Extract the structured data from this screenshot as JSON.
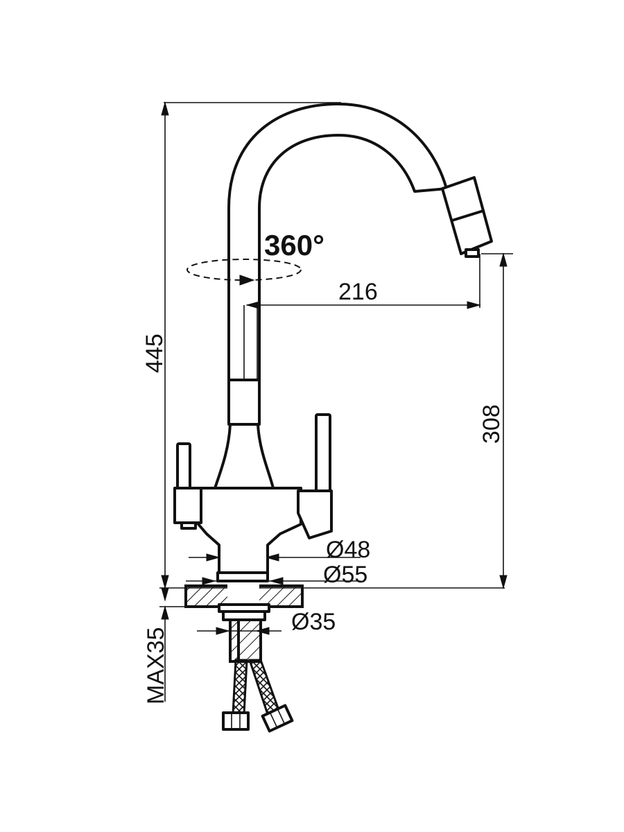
{
  "drawing": {
    "rotation_label": "360°",
    "total_height": "445",
    "reach": "216",
    "spout_height": "308",
    "base_diameter_48": "Ø48",
    "base_diameter_55": "Ø55",
    "shank_diameter": "Ø35",
    "max_counter_thickness": "MAX35"
  }
}
